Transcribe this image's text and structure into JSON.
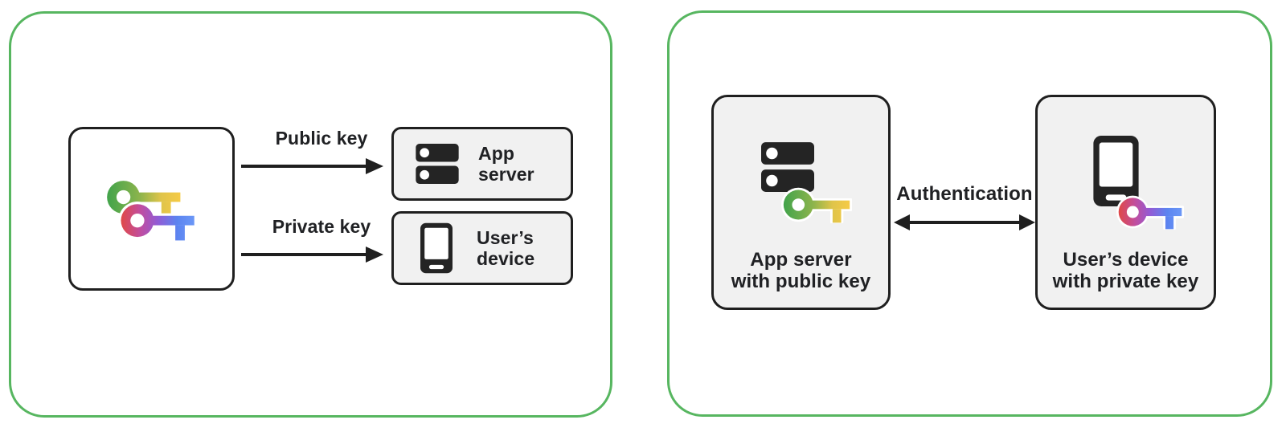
{
  "colors": {
    "panel_border_green": "#57B660",
    "box_border_dark": "#1F1F1F",
    "box_fill_gray": "#F1F1F1",
    "icon_dark": "#242424",
    "text": "#202124",
    "key_green_gradient": [
      "#3CA24B",
      "#8CB44C",
      "#DFC44A",
      "#F9CB45"
    ],
    "key_red_blue_gradient": [
      "#E4483B",
      "#C14E9F",
      "#925BD5",
      "#5C84F0",
      "#6D9AF8"
    ]
  },
  "left_panel": {
    "passkey_icon": "passkey-icon",
    "flows": [
      {
        "label": "Public key",
        "target": {
          "icon": "server-icon",
          "line1": "App",
          "line2": "server"
        }
      },
      {
        "label": "Private key",
        "target": {
          "icon": "smartphone-icon",
          "line1": "User’s",
          "line2": "device"
        }
      }
    ]
  },
  "right_panel": {
    "server_box": {
      "icons": [
        "server-icon",
        "public-key-icon"
      ],
      "line1": "App server",
      "line2": "with public key"
    },
    "connection_label": "Authentication",
    "device_box": {
      "icons": [
        "smartphone-icon",
        "private-key-icon"
      ],
      "line1": "User’s device",
      "line2": "with private key"
    }
  }
}
